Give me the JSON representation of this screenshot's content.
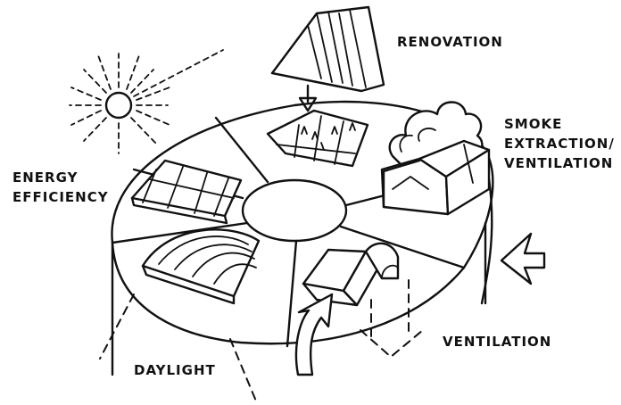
{
  "labels": {
    "renovation": "RENOVATION",
    "smoke": "SMOKE\nEXTRACTION/\nVENTILATION",
    "energy": "ENERGY\nEFFICIENCY",
    "ventilation": "VENTILATION",
    "daylight": "DAYLIGHT"
  }
}
